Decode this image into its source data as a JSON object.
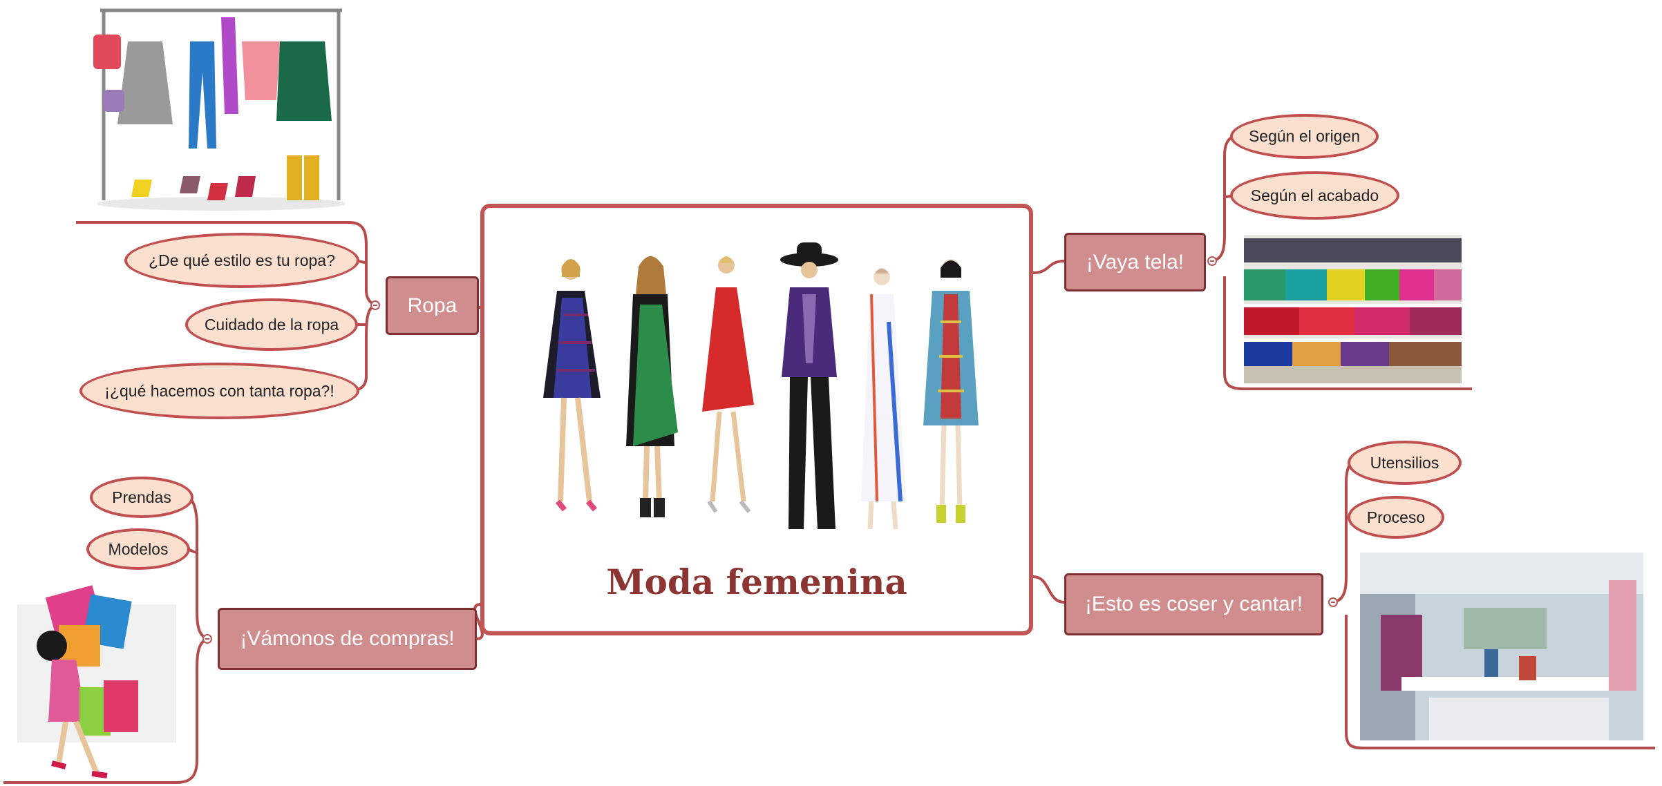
{
  "central": {
    "title": "Moda femenina"
  },
  "branches": {
    "ropa": {
      "label": "Ropa",
      "children": [
        "¿De qué estilo es tu ropa?",
        "Cuidado de la ropa",
        "¡¿qué hacemos con tanta ropa?!"
      ]
    },
    "compras": {
      "label": "¡Vámonos de compras!",
      "children": [
        "Prendas",
        "Modelos"
      ]
    },
    "tela": {
      "label": "¡Vaya tela!",
      "children": [
        "Según el origen",
        "Según el acabado"
      ]
    },
    "coser": {
      "label": "¡Esto es coser y cantar!",
      "children": [
        "Utensilios",
        "Proceso"
      ]
    }
  },
  "colors": {
    "accent": "#c24f4f",
    "topic_fill": "#cf8d8e",
    "bubble_fill": "#fbe0cf",
    "title": "#8c3532"
  },
  "images": [
    "fashion-illustration",
    "clothes-rack",
    "shopping-woman",
    "fabric-shelves",
    "sewing-workshop"
  ]
}
